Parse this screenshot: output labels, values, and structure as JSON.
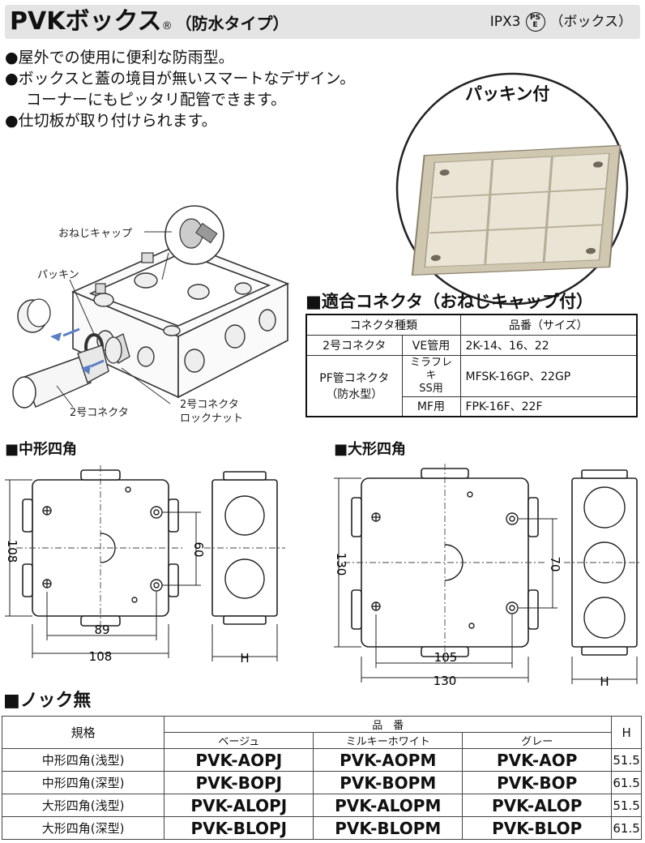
{
  "header": {
    "title": "PVKボックス",
    "reg_mark": "®",
    "subtitle": "（防水タイプ）",
    "rating": "IPX3",
    "ps_mark_top": "PS",
    "ps_mark_bottom": "E",
    "ps_note": "（ボックス）"
  },
  "features": [
    "●屋外での使用に便利な防雨型。",
    "●ボックスと蓋の境目が無いスマートなデザイン。",
    "コーナーにもピッタリ配管できます。",
    "●仕切板が取り付けられます。"
  ],
  "gasket": {
    "label": "パッキン付"
  },
  "illustration": {
    "labels": {
      "cap": "おねじキャップ",
      "packing": "パッキン",
      "connector": "2号コネクタ",
      "locknut_1": "2号コネクタ",
      "locknut_2": "ロックナット"
    }
  },
  "connector_table": {
    "title": "■適合コネクタ（おねじキャップ付）",
    "headers": [
      "コネクタ種類",
      "品番（サイズ）"
    ],
    "rows": {
      "r1_type": "2号コネクタ",
      "r1_use": "VE管用",
      "r1_code": "2K-14、16、22",
      "r2_type_1": "PF管コネクタ",
      "r2_type_2": "（防水型）",
      "r2_use_1": "ミラフレキ",
      "r2_use_2": "SS用",
      "r2_code": "MFSK-16GP、22GP",
      "r3_use": "MF用",
      "r3_code": "FPK-16F、22F"
    }
  },
  "medium": {
    "heading": "■中形四角",
    "dim_height": "108",
    "dim_inner": "60",
    "dim_pitch": "89",
    "dim_width": "108",
    "dim_h": "H"
  },
  "large": {
    "heading": "■大形四角",
    "dim_height": "130",
    "dim_inner": "70",
    "dim_pitch": "105",
    "dim_width": "130",
    "dim_h": "H"
  },
  "product_table": {
    "heading": "■ノック無",
    "spec_header": "規格",
    "code_header": "品　番",
    "h_header": "H",
    "color_headers": [
      "ベージュ",
      "ミルキーホワイト",
      "グレー"
    ],
    "rows": [
      {
        "spec": "中形四角(浅型)",
        "beige": "PVK-AOPJ",
        "white": "PVK-AOPM",
        "gray": "PVK-AOP",
        "h": "51.5"
      },
      {
        "spec": "中形四角(深型)",
        "beige": "PVK-BOPJ",
        "white": "PVK-BOPM",
        "gray": "PVK-BOP",
        "h": "61.5"
      },
      {
        "spec": "大形四角(浅型)",
        "beige": "PVK-ALOPJ",
        "white": "PVK-ALOPM",
        "gray": "PVK-ALOP",
        "h": "51.5"
      },
      {
        "spec": "大形四角(深型)",
        "beige": "PVK-BLOPJ",
        "white": "PVK-BLOPM",
        "gray": "PVK-BLOP",
        "h": "61.5"
      }
    ]
  },
  "colors": {
    "header_bg": "#e4e4e4",
    "gasket_beige": "#d8d2bf",
    "accent_blue": "#5b7fc4"
  }
}
